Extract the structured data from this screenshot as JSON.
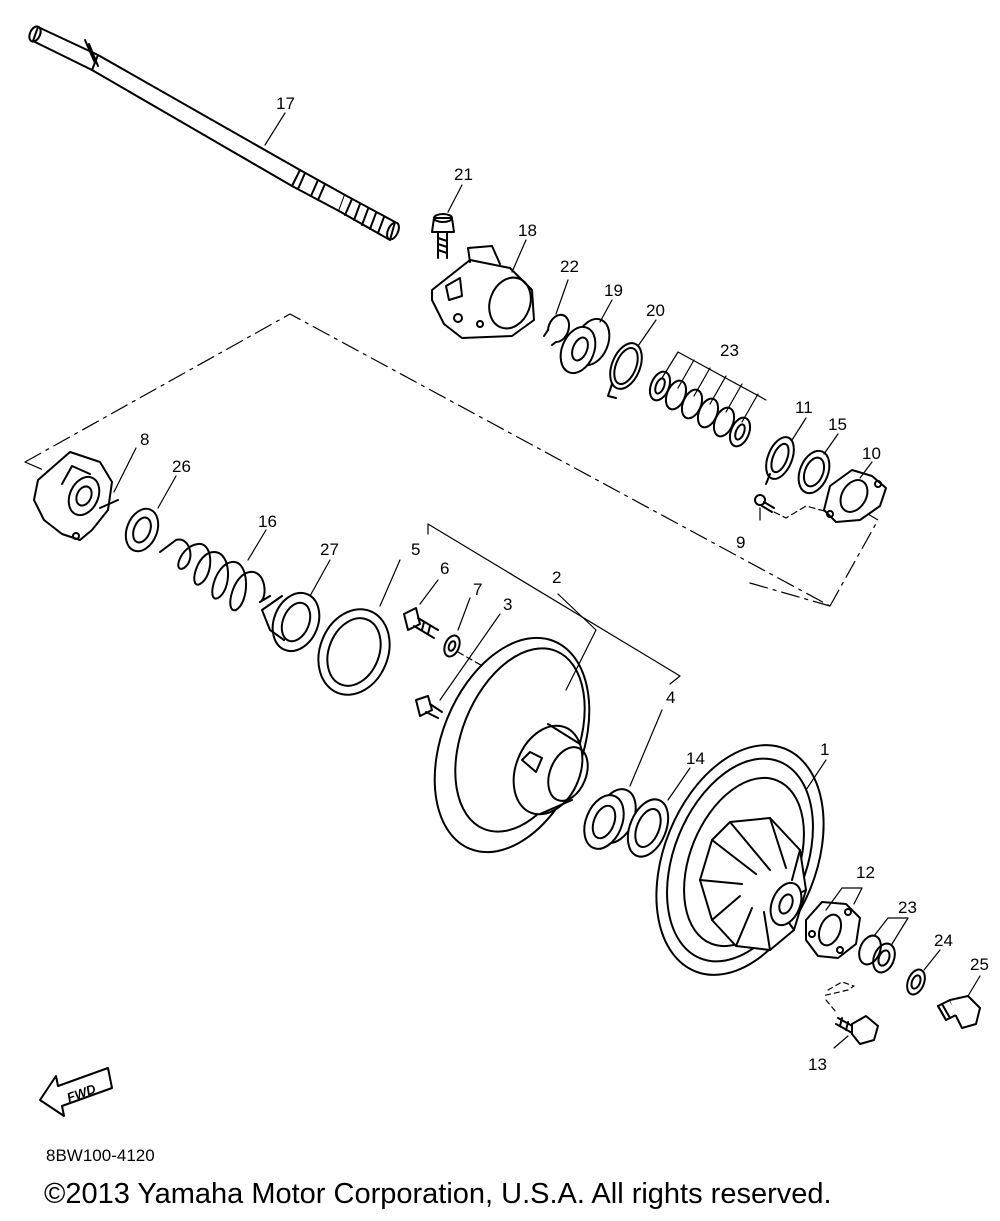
{
  "part_labels": [
    "1",
    "2",
    "3",
    "4",
    "5",
    "6",
    "7",
    "8",
    "9",
    "10",
    "11",
    "12",
    "13",
    "14",
    "15",
    "16",
    "17",
    "18",
    "19",
    "20",
    "21",
    "22",
    "23",
    "23",
    "24",
    "25",
    "26",
    "27"
  ],
  "fwd_label": "FWD",
  "drawing_code": "8BW100-4120",
  "copyright": "©2013 Yamaha Motor Corporation, U.S.A. All rights reserved."
}
